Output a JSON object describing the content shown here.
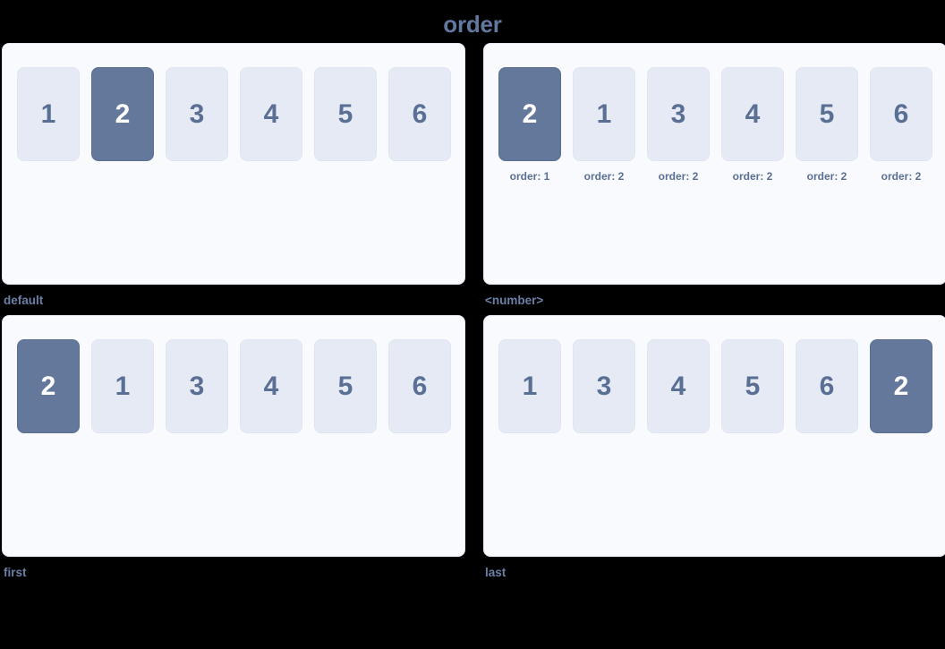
{
  "title": "order",
  "panels": [
    {
      "label": "default",
      "items": [
        {
          "value": "1",
          "highlight": false,
          "caption": ""
        },
        {
          "value": "2",
          "highlight": true,
          "caption": ""
        },
        {
          "value": "3",
          "highlight": false,
          "caption": ""
        },
        {
          "value": "4",
          "highlight": false,
          "caption": ""
        },
        {
          "value": "5",
          "highlight": false,
          "caption": ""
        },
        {
          "value": "6",
          "highlight": false,
          "caption": ""
        }
      ]
    },
    {
      "label": "<number>",
      "items": [
        {
          "value": "2",
          "highlight": true,
          "caption": "order: 1"
        },
        {
          "value": "1",
          "highlight": false,
          "caption": "order: 2"
        },
        {
          "value": "3",
          "highlight": false,
          "caption": "order: 2"
        },
        {
          "value": "4",
          "highlight": false,
          "caption": "order: 2"
        },
        {
          "value": "5",
          "highlight": false,
          "caption": "order: 2"
        },
        {
          "value": "6",
          "highlight": false,
          "caption": "order: 2"
        }
      ]
    },
    {
      "label": "first",
      "items": [
        {
          "value": "2",
          "highlight": true,
          "caption": ""
        },
        {
          "value": "1",
          "highlight": false,
          "caption": ""
        },
        {
          "value": "3",
          "highlight": false,
          "caption": ""
        },
        {
          "value": "4",
          "highlight": false,
          "caption": ""
        },
        {
          "value": "5",
          "highlight": false,
          "caption": ""
        },
        {
          "value": "6",
          "highlight": false,
          "caption": ""
        }
      ]
    },
    {
      "label": "last",
      "items": [
        {
          "value": "1",
          "highlight": false,
          "caption": ""
        },
        {
          "value": "3",
          "highlight": false,
          "caption": ""
        },
        {
          "value": "4",
          "highlight": false,
          "caption": ""
        },
        {
          "value": "5",
          "highlight": false,
          "caption": ""
        },
        {
          "value": "6",
          "highlight": false,
          "caption": ""
        },
        {
          "value": "2",
          "highlight": true,
          "caption": ""
        }
      ]
    }
  ],
  "colors": {
    "page_background": "#000000",
    "panel_background": "#f9fafd",
    "box_background": "#e6eaf4",
    "box_highlight": "#63789b",
    "text_accent": "#62789f",
    "box_text": "#5a6f94",
    "highlight_text": "#ffffff"
  }
}
